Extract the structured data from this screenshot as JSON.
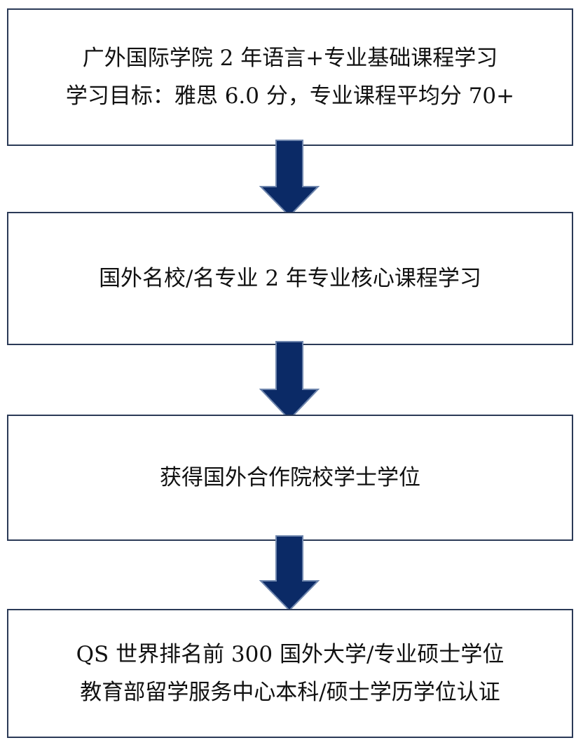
{
  "flowchart": {
    "steps": [
      {
        "lines": [
          "广外国际学院 2 年语言+专业基础课程学习",
          "学习目标：雅思 6.0 分，专业课程平均分 70+"
        ]
      },
      {
        "lines": [
          "国外名校/名专业 2 年专业核心课程学习"
        ]
      },
      {
        "lines": [
          "获得国外合作院校学士学位"
        ]
      },
      {
        "lines": [
          "QS 世界排名前 300 国外大学/专业硕士学位",
          "教育部留学服务中心本科/硕士学历学位认证"
        ]
      }
    ],
    "colors": {
      "arrow_fill": "#0b2a66",
      "arrow_stroke": "#6f86ad",
      "box_border": "#2b3a57"
    }
  }
}
